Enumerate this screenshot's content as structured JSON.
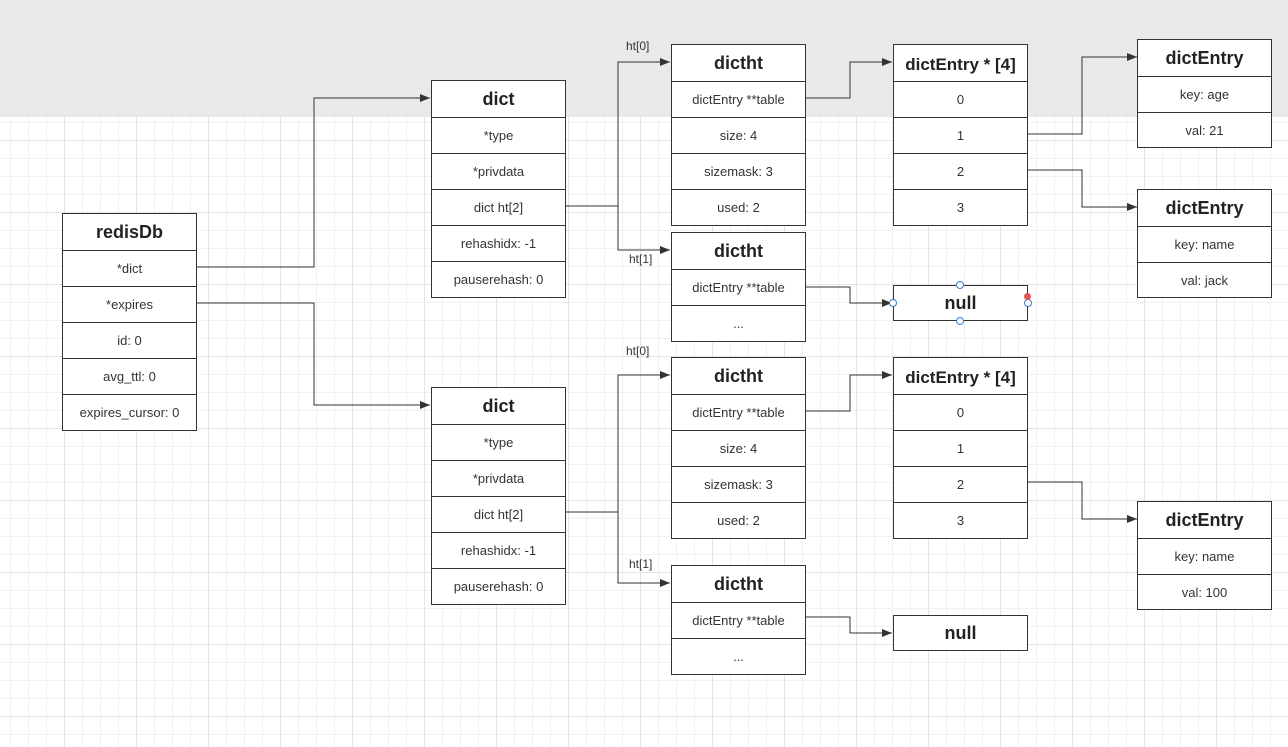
{
  "labels": {
    "ht0": "ht[0]",
    "ht1": "ht[1]"
  },
  "redisDb": {
    "title": "redisDb",
    "fields": [
      "*dict",
      "*expires",
      "id: 0",
      "avg_ttl: 0",
      "expires_cursor: 0"
    ]
  },
  "dicts": [
    {
      "title": "dict",
      "fields": [
        "*type",
        "*privdata",
        "dict ht[2]",
        "rehashidx: -1",
        "pauserehash: 0"
      ]
    },
    {
      "title": "dict",
      "fields": [
        "*type",
        "*privdata",
        "dict ht[2]",
        "rehashidx: -1",
        "pauserehash: 0"
      ]
    }
  ],
  "dictht_full": {
    "title": "dictht",
    "fields": [
      "dictEntry **table",
      "size: 4",
      "sizemask: 3",
      "used: 2"
    ]
  },
  "dictht_empty": {
    "title": "dictht",
    "fields": [
      "dictEntry **table",
      "..."
    ]
  },
  "bucket_array": {
    "title": "dictEntry * [4]",
    "fields": [
      "0",
      "1",
      "2",
      "3"
    ]
  },
  "null_label": "null",
  "entries": [
    {
      "title": "dictEntry",
      "key": "key: age",
      "val": "val: 21"
    },
    {
      "title": "dictEntry",
      "key": "key: name",
      "val": "val: jack"
    },
    {
      "title": "dictEntry",
      "key": "key: name",
      "val": "val: 100"
    }
  ],
  "colors": {
    "line": "#333333",
    "top_band": "#e9e9eb",
    "handle": "#3a78d6",
    "handle_alert": "#e05555"
  }
}
